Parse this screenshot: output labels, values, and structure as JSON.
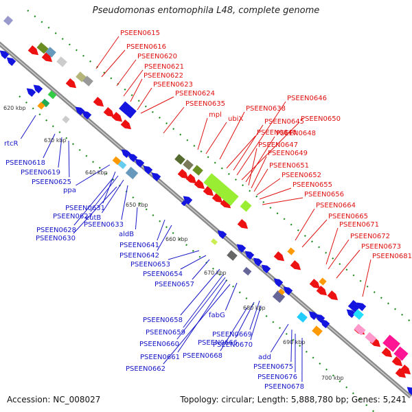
{
  "header": {
    "title": "Pseudomonas entomophila L48, complete genome"
  },
  "footer": {
    "accession": "Accession: NC_008027",
    "topology": "Topology: circular; Length: 5,888,780 bp; Genes: 5,241"
  },
  "colors": {
    "backbone": "#8a8a8a",
    "forward_labels": "#e01010",
    "reverse_labels": "#1515c8",
    "tick": "#1a8a1a"
  },
  "ticks": [
    "620 kbp",
    "630 kbp",
    "640 kbp",
    "650 kbp",
    "660 kbp",
    "670 kbp",
    "680 kbp",
    "690 kbp",
    "700 kbp"
  ],
  "labels_forward": [
    "PSEEN0615",
    "PSEEN0616",
    "PSEEN0620",
    "PSEEN0621",
    "PSEEN0622",
    "PSEEN0623",
    "PSEEN0624",
    "PSEEN0635",
    "mpl",
    "ubiX",
    "PSEEN0638",
    "PSEEN0640",
    "PSEEN0645",
    "PSEEN0646",
    "PSEEN0650",
    "PSEEN0648",
    "PSEEN0647",
    "PSEEN0649",
    "PSEEN0651",
    "PSEEN0652",
    "PSEEN0655",
    "PSEEN0656",
    "PSEEN0664",
    "PSEEN0665",
    "PSEEN0671",
    "PSEEN0672",
    "PSEEN0673",
    "PSEEN0681"
  ],
  "labels_reverse": [
    "rtcR",
    "PSEEN0618",
    "PSEEN0619",
    "PSEEN0625",
    "ppa",
    "PSEEN0631",
    "PSEEN0627",
    "eutB",
    "PSEEN0628",
    "PSEEN0633",
    "PSEEN0630",
    "aldB",
    "PSEEN0641",
    "PSEEN0642",
    "PSEEN0653",
    "PSEEN0654",
    "PSEEN0657",
    "PSEEN0658",
    "fabG",
    "PSEEN0659",
    "PSEEN0669",
    "PSEEN0660",
    "PSEEN0666",
    "PSEEN0670",
    "PSEEN0661",
    "PSEEN0668",
    "add",
    "PSEEN0662",
    "PSEEN0675",
    "PSEEN0676",
    "PSEEN0678"
  ]
}
